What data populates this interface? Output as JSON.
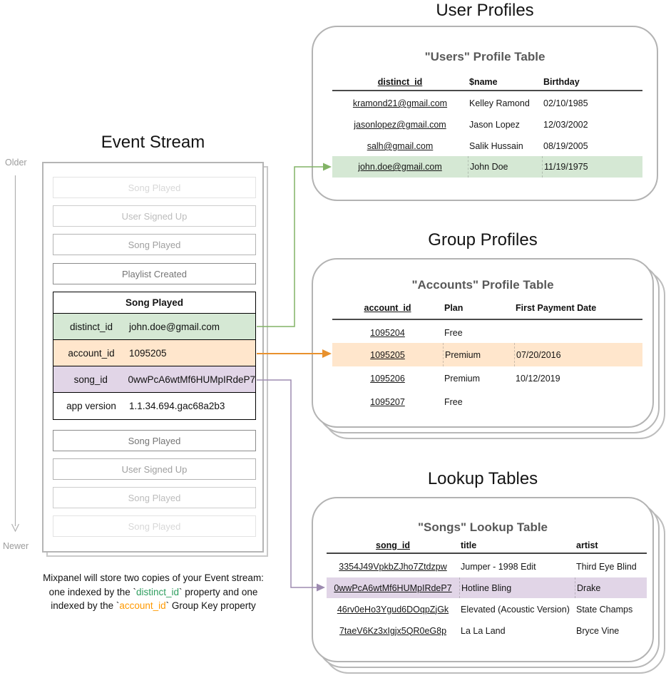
{
  "colors": {
    "green_highlight": "#d5e8d4",
    "orange_highlight": "#ffe6cc",
    "purple_highlight": "#e1d5e7",
    "green_arrow": "#82b366",
    "orange_arrow": "#e8912d",
    "purple_arrow": "#9d8bb0",
    "green_code_text": "#2f9e5f",
    "orange_code_text": "#ff9900"
  },
  "event_stream": {
    "title": "Event Stream",
    "older_label": "Older",
    "newer_label": "Newer",
    "events_before": [
      {
        "label": "Song Played"
      },
      {
        "label": "User Signed Up"
      },
      {
        "label": "Song Played"
      },
      {
        "label": "Playlist Created"
      }
    ],
    "focused_event": {
      "title": "Song Played",
      "properties": [
        {
          "key": "distinct_id",
          "value": "john.doe@gmail.com",
          "highlight": "green"
        },
        {
          "key": "account_id",
          "value": "1095205",
          "highlight": "orange"
        },
        {
          "key": "song_id",
          "value": "0wwPcA6wtMf6HUMpIRdeP7",
          "highlight": "purple"
        },
        {
          "key": "app version",
          "value": "1.1.34.694.gac68a2b3",
          "highlight": "none"
        }
      ]
    },
    "events_after": [
      {
        "label": "Song Played"
      },
      {
        "label": "User Signed Up"
      },
      {
        "label": "Song Played"
      },
      {
        "label": "Song Played"
      }
    ]
  },
  "user_profiles": {
    "section_title": "User Profiles",
    "table_title": "\"Users\" Profile Table",
    "columns": [
      "distinct_id",
      "$name",
      "Birthday"
    ],
    "rows": [
      {
        "distinct_id": "kramond21@gmail.com",
        "name": "Kelley Ramond",
        "birthday": "02/10/1985",
        "highlight": false
      },
      {
        "distinct_id": "jasonlopez@gmail.com",
        "name": "Jason Lopez",
        "birthday": "12/03/2002",
        "highlight": false
      },
      {
        "distinct_id": "salh@gmail.com",
        "name": "Salik Hussain",
        "birthday": "08/19/2005",
        "highlight": false
      },
      {
        "distinct_id": "john.doe@gmail.com",
        "name": "John Doe",
        "birthday": "11/19/1975",
        "highlight": true
      }
    ]
  },
  "group_profiles": {
    "section_title": "Group Profiles",
    "table_title": "\"Accounts\" Profile Table",
    "columns": [
      "account_id",
      "Plan",
      "First Payment Date"
    ],
    "rows": [
      {
        "account_id": "1095204",
        "plan": "Free",
        "first_payment_date": "",
        "highlight": false
      },
      {
        "account_id": "1095205",
        "plan": "Premium",
        "first_payment_date": "07/20/2016",
        "highlight": true
      },
      {
        "account_id": "1095206",
        "plan": "Premium",
        "first_payment_date": "10/12/2019",
        "highlight": false
      },
      {
        "account_id": "1095207",
        "plan": "Free",
        "first_payment_date": "",
        "highlight": false
      }
    ]
  },
  "lookup_tables": {
    "section_title": "Lookup Tables",
    "table_title": "\"Songs\" Lookup Table",
    "columns": [
      "song_id",
      "title",
      "artist"
    ],
    "rows": [
      {
        "song_id": "3354J49VpkbZJho7Ztdzpw",
        "title": "Jumper - 1998 Edit",
        "artist": "Third Eye Blind",
        "highlight": false
      },
      {
        "song_id": "0wwPcA6wtMf6HUMpIRdeP7",
        "title": "Hotline Bling",
        "artist": "Drake",
        "highlight": true
      },
      {
        "song_id": "46rv0eHo3Ygud6DOqpZjGk",
        "title": "Elevated (Acoustic Version)",
        "artist": "State Champs",
        "highlight": false
      },
      {
        "song_id": "7taeV6Kz3xIgjx5QR0eG8p",
        "title": "La La Land",
        "artist": "Bryce Vine",
        "highlight": false
      }
    ]
  },
  "footer": {
    "line1": "Mixpanel will store two copies of your Event stream:",
    "line2_prefix": "one indexed by the `",
    "line2_code": "distinct_id",
    "line2_suffix": "` property and one",
    "line3_prefix": "indexed by the `",
    "line3_code": "account_id",
    "line3_suffix": "` Group Key property"
  }
}
